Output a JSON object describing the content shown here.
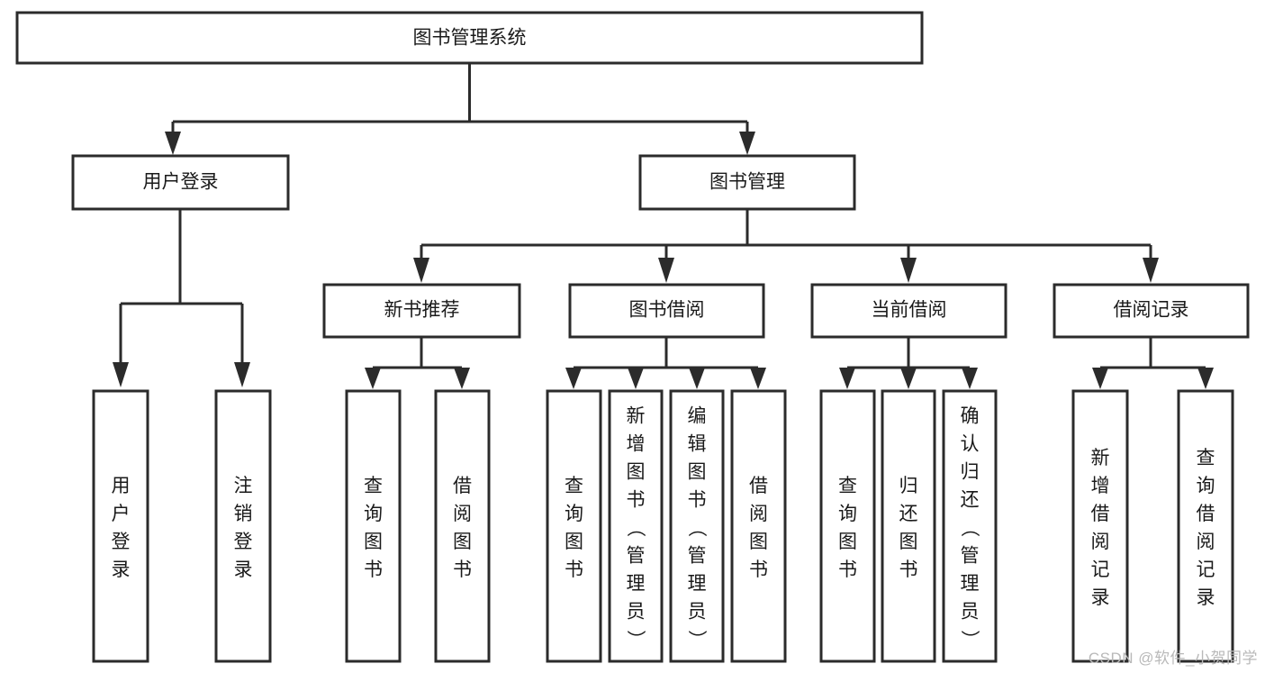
{
  "diagram": {
    "type": "tree-hierarchy",
    "title": "图书管理系统",
    "orientation": "top-down",
    "colors": {
      "stroke": "#2b2b2b",
      "fill": "#ffffff",
      "text": "#1a1a1a",
      "watermark": "#b9b9b9"
    },
    "root": {
      "id": "root",
      "label": "图书管理系统",
      "text_direction": "horizontal"
    },
    "level2": [
      {
        "id": "user-login",
        "label": "用户登录",
        "text_direction": "horizontal"
      },
      {
        "id": "book-manage",
        "label": "图书管理",
        "text_direction": "horizontal"
      }
    ],
    "level3": [
      {
        "id": "new-book-recommend",
        "label": "新书推荐",
        "text_direction": "horizontal",
        "parent": "book-manage"
      },
      {
        "id": "book-borrow",
        "label": "图书借阅",
        "text_direction": "horizontal",
        "parent": "book-manage"
      },
      {
        "id": "current-borrow",
        "label": "当前借阅",
        "text_direction": "horizontal",
        "parent": "book-manage"
      },
      {
        "id": "borrow-record",
        "label": "借阅记录",
        "text_direction": "horizontal",
        "parent": "book-manage"
      }
    ],
    "leaves": [
      {
        "id": "leaf-user-login",
        "label": "用户登录",
        "parent": "user-login",
        "text_direction": "vertical"
      },
      {
        "id": "leaf-logout",
        "label": "注销登录",
        "parent": "user-login",
        "text_direction": "vertical"
      },
      {
        "id": "leaf-query-book-1",
        "label": "查询图书",
        "parent": "new-book-recommend",
        "text_direction": "vertical"
      },
      {
        "id": "leaf-borrow-book-1",
        "label": "借阅图书",
        "parent": "new-book-recommend",
        "text_direction": "vertical"
      },
      {
        "id": "leaf-query-book-2",
        "label": "查询图书",
        "parent": "book-borrow",
        "text_direction": "vertical"
      },
      {
        "id": "leaf-add-book",
        "label": "新增图书（管理员）",
        "parent": "book-borrow",
        "text_direction": "vertical"
      },
      {
        "id": "leaf-edit-book",
        "label": "编辑图书（管理员）",
        "parent": "book-borrow",
        "text_direction": "vertical"
      },
      {
        "id": "leaf-borrow-book-2",
        "label": "借阅图书",
        "parent": "book-borrow",
        "text_direction": "vertical"
      },
      {
        "id": "leaf-query-book-3",
        "label": "查询图书",
        "parent": "current-borrow",
        "text_direction": "vertical"
      },
      {
        "id": "leaf-return-book",
        "label": "归还图书",
        "parent": "current-borrow",
        "text_direction": "vertical"
      },
      {
        "id": "leaf-confirm-return",
        "label": "确认归还（管理员）",
        "parent": "current-borrow",
        "text_direction": "vertical"
      },
      {
        "id": "leaf-add-record",
        "label": "新增借阅记录",
        "parent": "borrow-record",
        "text_direction": "vertical"
      },
      {
        "id": "leaf-query-record",
        "label": "查询借阅记录",
        "parent": "borrow-record",
        "text_direction": "vertical"
      }
    ]
  },
  "watermark": {
    "text": "CSDN @软件_小贺同学"
  }
}
